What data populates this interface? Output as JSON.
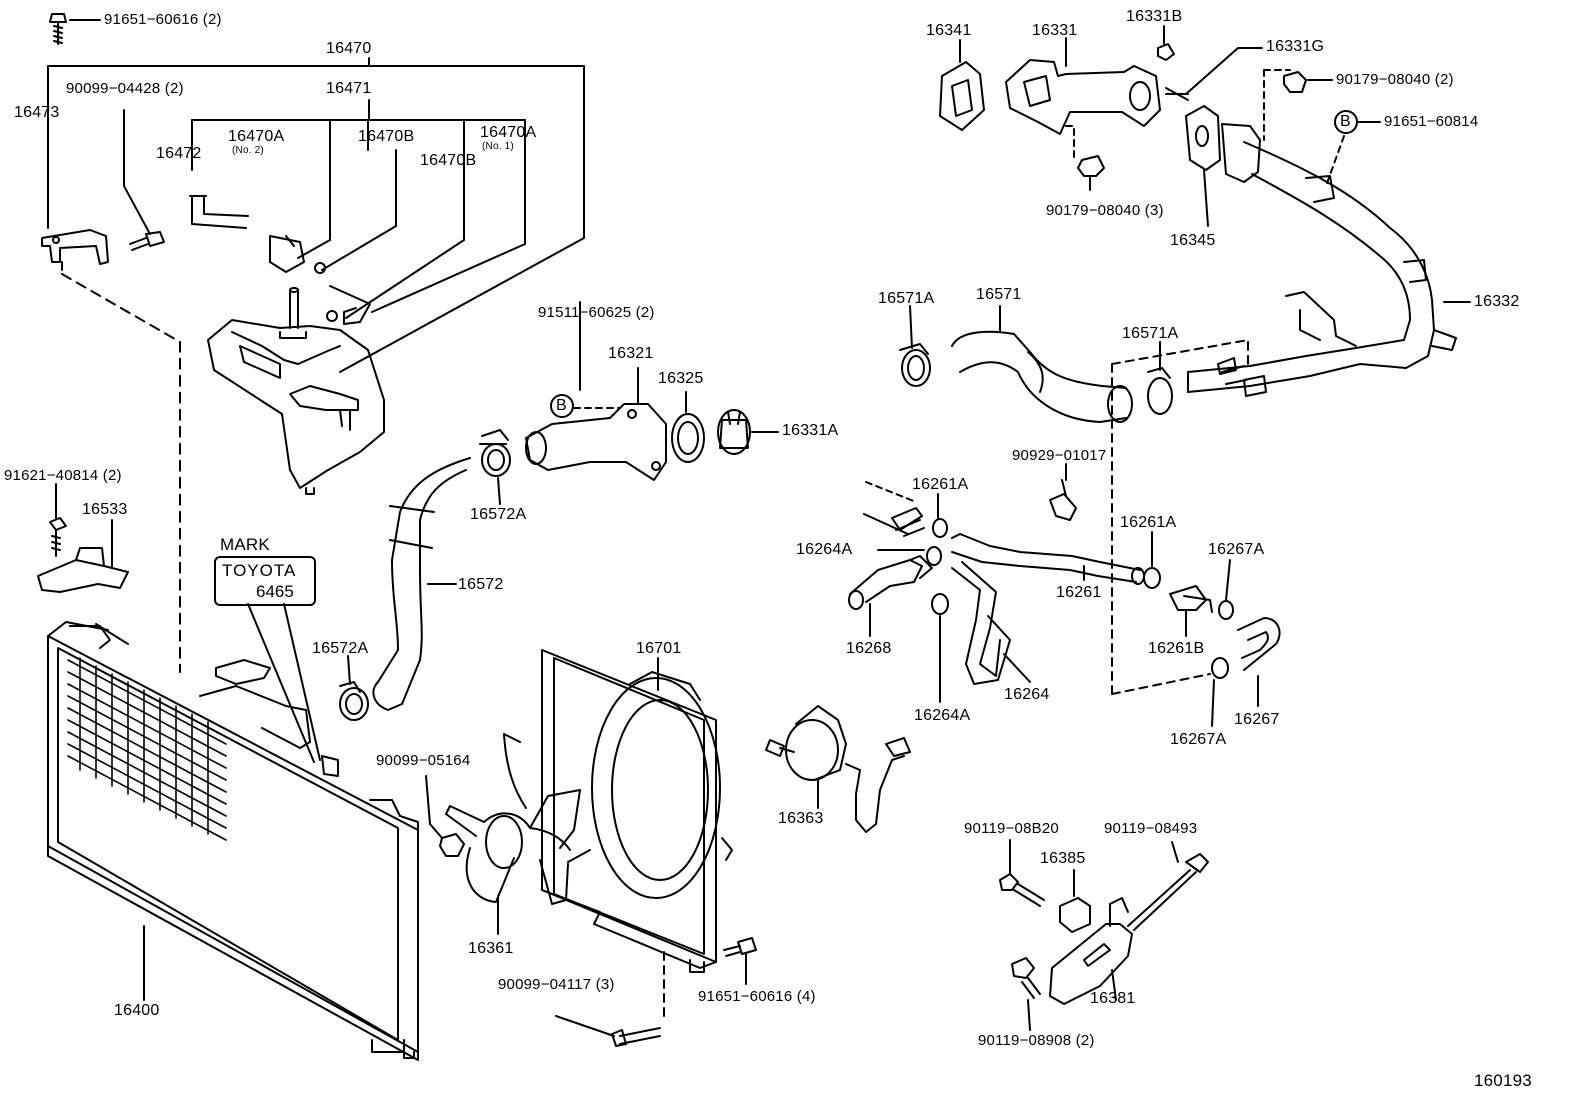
{
  "diagram_id": "160193",
  "mark": {
    "title": "MARK",
    "line1": "TOYOTA",
    "line2": "6465"
  },
  "callout": {
    "B": "B"
  },
  "labels": {
    "p91651_60616_2": "91651−60616 (2)",
    "p16470": "16470",
    "p90099_04428_2": "90099−04428 (2)",
    "p16471": "16471",
    "p16473": "16473",
    "p16470A_no2": "16470A",
    "no2": "(No. 2)",
    "p16470B_a": "16470B",
    "p16470A_no1": "16470A",
    "no1": "(No. 1)",
    "p16472": "16472",
    "p16470B_b": "16470B",
    "p91511_60625_2": "91511−60625 (2)",
    "p16321": "16321",
    "p16325": "16325",
    "p16331A": "16331A",
    "p16572A_a": "16572A",
    "p16572": "16572",
    "p16572A_b": "16572A",
    "p91621_40814_2": "91621−40814 (2)",
    "p16533": "16533",
    "p16341": "16341",
    "p16331": "16331",
    "p16331B": "16331B",
    "p16331G": "16331G",
    "p90179_08040_2": "90179−08040 (2)",
    "p91651_60814": "91651−60814",
    "p90179_08040_3": "90179−08040 (3)",
    "p16345": "16345",
    "p16571A_a": "16571A",
    "p16571": "16571",
    "p16571A_b": "16571A",
    "p16332": "16332",
    "p16261A_a": "16261A",
    "p90929_01017": "90929−01017",
    "p16261A_b": "16261A",
    "p16264A_a": "16264A",
    "p16267A_a": "16267A",
    "p16261": "16261",
    "p16268": "16268",
    "p16261B": "16261B",
    "p16264": "16264",
    "p16264A_b": "16264A",
    "p16267": "16267",
    "p16267A_b": "16267A",
    "p16701": "16701",
    "p90099_05164": "90099−05164",
    "p16363": "16363",
    "p16361": "16361",
    "p16400": "16400",
    "p90099_04117_3": "90099−04117 (3)",
    "p91651_60616_4": "91651−60616 (4)",
    "p90119_08B20": "90119−08B20",
    "p90119_08493": "90119−08493",
    "p16385": "16385",
    "p16381": "16381",
    "p90119_08908_2": "90119−08908 (2)"
  }
}
